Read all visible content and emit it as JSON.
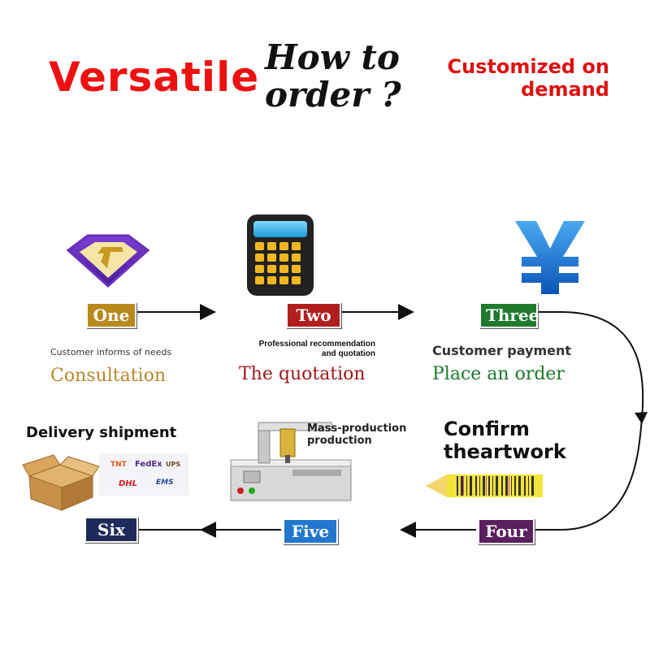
{
  "header": {
    "left": "Versatile",
    "center_line1": "How to",
    "center_line2": "order ?",
    "right_line1": "Customized on",
    "right_line2": "demand"
  },
  "steps": [
    {
      "badge": "One",
      "small": "Customer informs of needs",
      "big": "Consultation",
      "icon": "superman-logo-icon",
      "color": "#b88a1e"
    },
    {
      "badge": "Two",
      "small_line1": "Professional recommendation",
      "small_line2": "and quotation",
      "big": "The quotation",
      "icon": "calculator-icon",
      "color": "#b21e1e"
    },
    {
      "badge": "Three",
      "small": "Customer payment",
      "big": "Place an order",
      "icon": "yen-icon",
      "color": "#1f7a2e"
    },
    {
      "badge": "Four",
      "line1": "Confirm",
      "line2": "theartwork",
      "icon": "pencil-barcode-icon",
      "color": "#5a1f5e"
    },
    {
      "badge": "Five",
      "line1": "Mass-production",
      "line2": "production",
      "icon": "dispensing-machine-icon",
      "color": "#2277cc"
    },
    {
      "badge": "Six",
      "label": "Delivery shipment",
      "icon": "shipping-box-icon",
      "color": "#1e2a5a",
      "courier_logos": [
        "TNT",
        "FedEx",
        "UPS",
        "DHL",
        "EMS"
      ]
    }
  ]
}
